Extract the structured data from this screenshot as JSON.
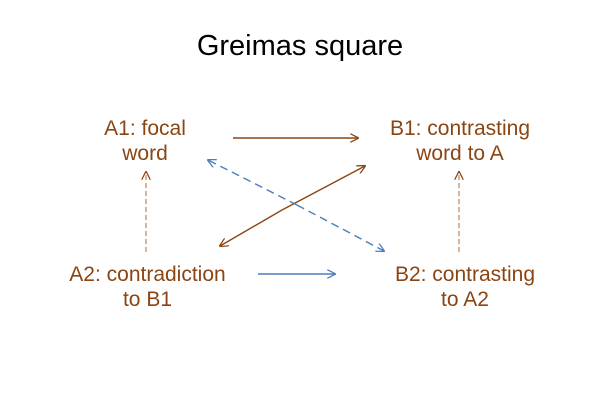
{
  "title": "Greimas square",
  "nodes": {
    "a1": {
      "lines": [
        "A1: focal",
        "word"
      ]
    },
    "b1": {
      "lines": [
        "B1: contrasting",
        "word to A"
      ]
    },
    "a2": {
      "lines": [
        "A2: contradiction",
        "to B1"
      ]
    },
    "b2": {
      "lines": [
        "B2: contrasting",
        "to A2"
      ]
    }
  },
  "colors": {
    "node_text": "#8B4513",
    "brown_arrow": "#8B4513",
    "blue_arrow": "#4A7EBB",
    "title": "#000000"
  }
}
